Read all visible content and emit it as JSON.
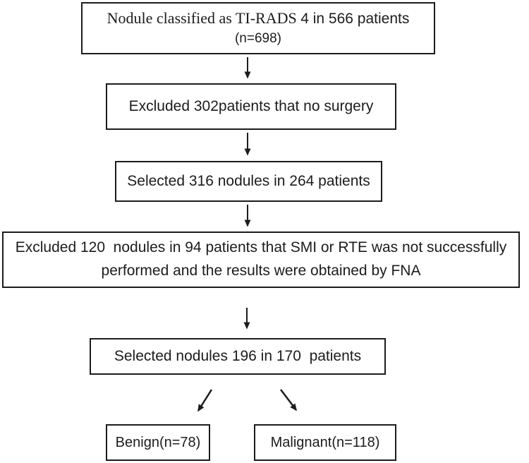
{
  "figure": {
    "background_color": "#ffffff",
    "ink_color": "#1c1c1c",
    "boxes": [
      {
        "name": "tirads-classification",
        "line1_serif": "Nodule classified as TI-RADS ",
        "line1_sans": "4 in 566 patients",
        "line2": "(n=698)"
      },
      {
        "name": "excluded-no-surgery",
        "text": "Excluded 302patients that no surgery"
      },
      {
        "name": "selected-316-nodules",
        "text": "Selected 316 nodules in 264 patients"
      },
      {
        "name": "excluded-120-nodules",
        "line1": "Excluded 120  nodules in 94 patients that SMI or RTE was not successfully",
        "line2": "performed and the results were obtained by FNA"
      },
      {
        "name": "selected-196-nodules",
        "text": "Selected nodules 196 in 170  patients"
      },
      {
        "name": "benign-outcome",
        "text": "Benign(n=78)"
      },
      {
        "name": "malignant-outcome",
        "text": "Malignant(n=118)"
      }
    ],
    "arrow_icons": [
      "down-arrow-icon",
      "down-arrow-icon",
      "down-arrow-icon",
      "down-arrow-icon",
      "diagonal-left-arrow-icon",
      "diagonal-right-arrow-icon"
    ]
  }
}
